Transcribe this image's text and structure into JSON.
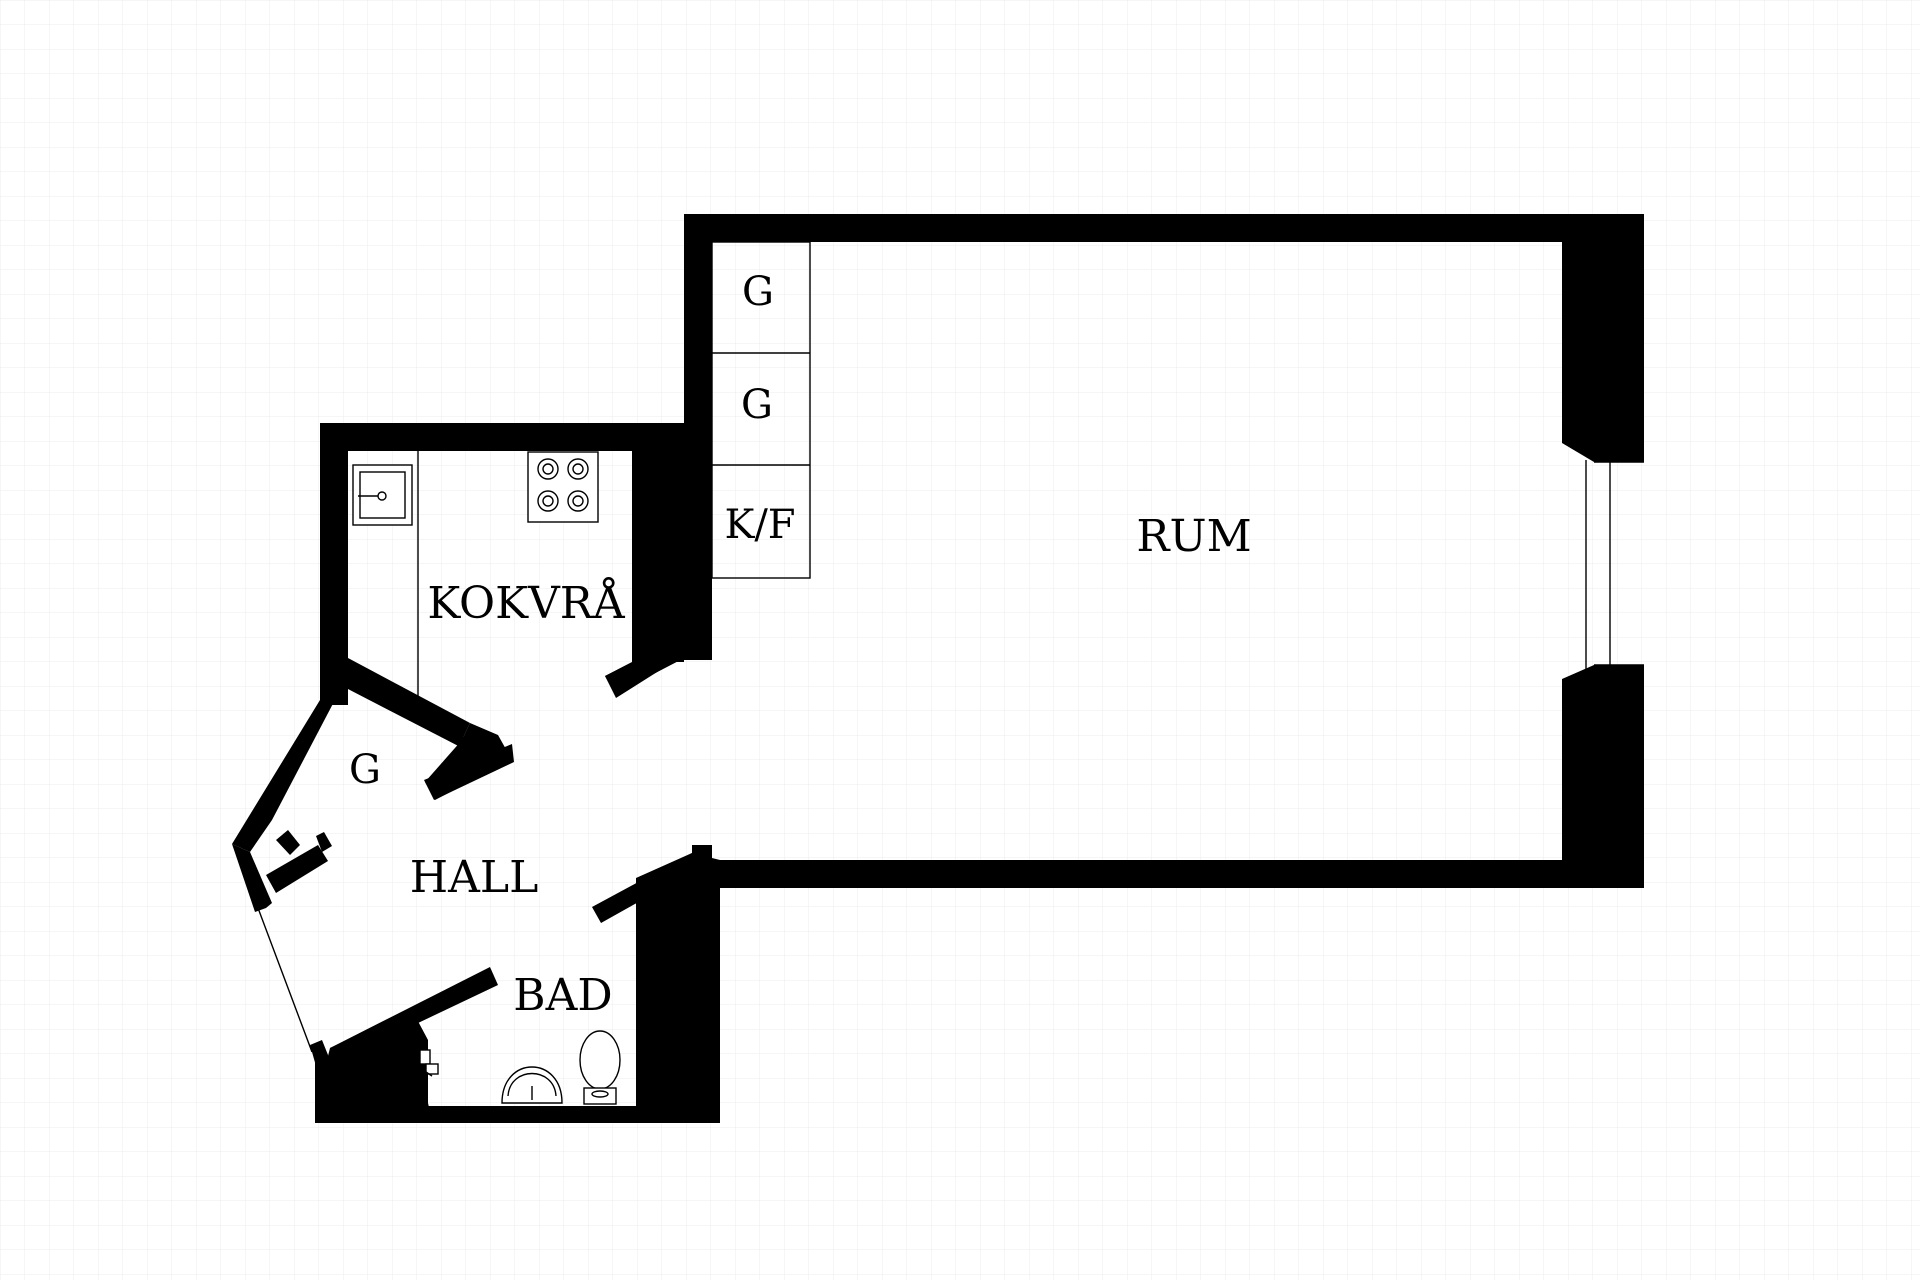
{
  "rooms": {
    "rum": "RUM",
    "kokvra": "KOKVRÅ",
    "hall": "HALL",
    "bad": "BAD"
  },
  "storage": {
    "wardrobe_top": "G",
    "wardrobe_middle": "G",
    "fridge_freezer": "K/F",
    "hall_wardrobe": "G"
  },
  "colors": {
    "wall": "#000000",
    "background": "#ffffff",
    "grid": "#ececec"
  },
  "icons": [
    "sink-icon",
    "stove-icon",
    "washbasin-icon",
    "toilet-icon",
    "shower-tap-icon",
    "window-icon"
  ]
}
